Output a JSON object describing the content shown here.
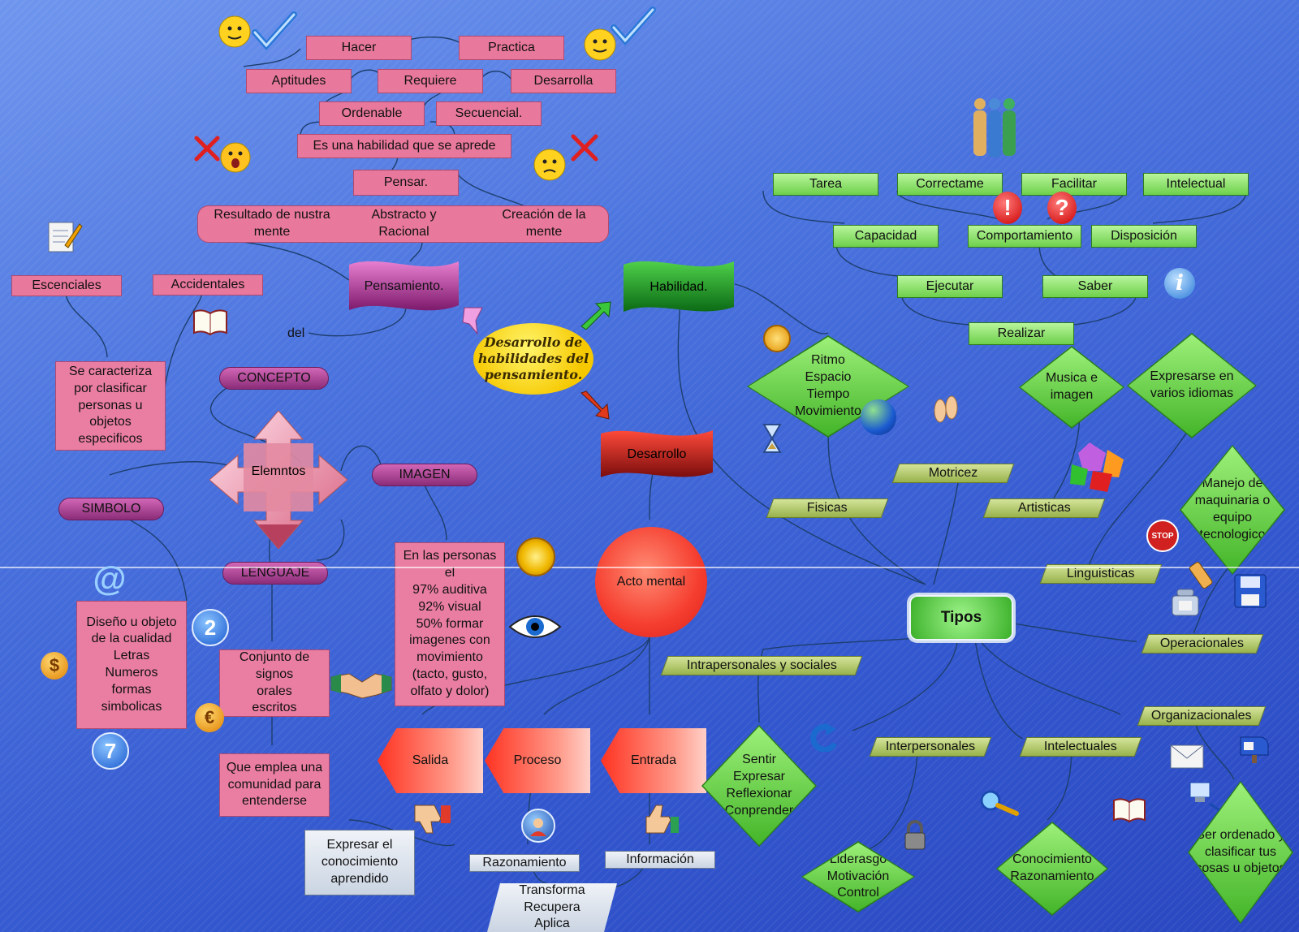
{
  "center": {
    "title": "Desarrollo de\nhabilidades del\npensamiento."
  },
  "pink_top": {
    "hacer": "Hacer",
    "practica": "Practica",
    "aptitudes": "Aptitudes",
    "requiere": "Requiere",
    "desarrolla": "Desarrolla",
    "ordenable": "Ordenable",
    "secuencial": "Secuencial.",
    "habilidad_aprende": "Es una habilidad que se aprede",
    "pensar": "Pensar.",
    "resultado": "Resultado de nustra\nmente",
    "abstracto": "Abstracto y\nRacional",
    "creacion": "Creación de la\nmente"
  },
  "pensamiento": {
    "title": "Pensamiento.",
    "esenciales": "Escenciales",
    "accidentales": "Accidentales",
    "del": "del",
    "caracteriza": "Se caracteriza\npor clasificar\npersonas u\nobjetos\nespecificos",
    "concepto": "CONCEPTO",
    "elementos": "Elemntos",
    "imagen": "IMAGEN",
    "simbolo": "SIMBOLO",
    "lenguaje": "LENGUAJE",
    "diseno": "Diseño u objeto\nde la cualidad\nLetras\nNumeros\nformas\nsimbolicas",
    "conjunto": "Conjunto de\nsignos\norales\nescritos",
    "comunidad": "Que emplea una\ncomunidad para\nentenderse",
    "personas": "En las personas\nel\n97% auditiva\n92% visual\n50% formar\nimagenes con\nmovimiento\n(tacto, gusto,\nolfato y dolor)"
  },
  "desarrollo": {
    "title": "Desarrollo",
    "acto": "Acto mental",
    "salida": "Salida",
    "proceso": "Proceso",
    "entrada": "Entrada",
    "expresar": "Expresar el\nconocimiento\naprendido",
    "razonamiento": "Razonamiento",
    "informacion": "Información",
    "transforma": "Transforma\nRecupera\nAplica"
  },
  "habilidad": {
    "title": "Habilidad.",
    "tarea": "Tarea",
    "correctamente": "Correctame",
    "facilitar": "Facilitar",
    "intelectual": "Intelectual",
    "capacidad": "Capacidad",
    "comportamiento": "Comportamiento",
    "disposicion": "Disposición",
    "ejecutar": "Ejecutar",
    "saber": "Saber",
    "realizar": "Realizar"
  },
  "tipos": {
    "title": "Tipos",
    "ritmo": "Ritmo\nEspacio\nTiempo\nMovimiento",
    "musica": "Musica e\nimagen",
    "idiomas": "Expresarse en\nvarios idiomas",
    "maquinaria": "Manejo de\nmaquinaria o\nequipo\ntecnologico",
    "motricez": "Motricez",
    "fisicas": "Fisicas",
    "artisticas": "Artisticas",
    "linguisticas": "Linguisticas",
    "operacionales": "Operacionales",
    "intrapersonales": "Intrapersonales y sociales",
    "sentir": "Sentir\nExpresar\nReflexionar\nConprender",
    "interpersonales": "Interpersonales",
    "intelectuales": "Intelectuales",
    "organizacionales": "Organizacionales",
    "liderazgo": "Liderasgo\nMotivación\nControl",
    "conocimiento": "Conocimiento\nRazonamiento",
    "ordenado": "Ser ordenado y\nclasificar tus\ncosas u objetos"
  },
  "icons": {
    "stop_label": "STOP",
    "num_two": "2",
    "num_seven": "7",
    "at_sign": "@",
    "dollar": "$",
    "euro": "€",
    "info": "i",
    "question": "?",
    "exclaim": "!"
  },
  "colors": {
    "background": "#4b73de",
    "pink": "#e8789c",
    "green": "#6ed04b",
    "red": "#f53d2f",
    "magenta": "#8b2d79",
    "yellow": "#f6c800"
  }
}
